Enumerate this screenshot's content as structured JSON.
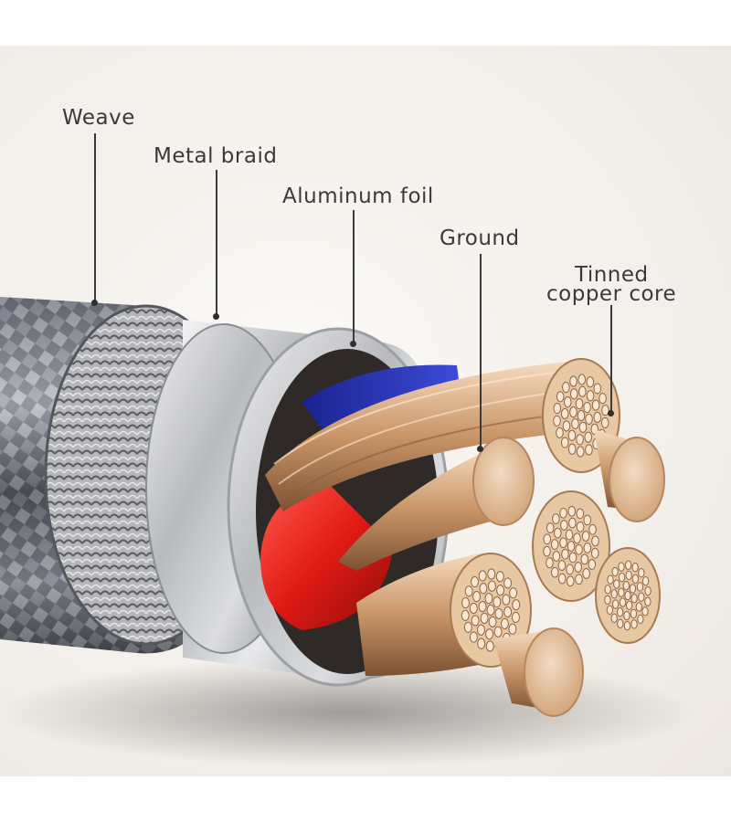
{
  "labels": {
    "weave": "Weave",
    "metal_braid": "Metal braid",
    "aluminum_foil": "Aluminum foil",
    "ground": "Ground",
    "tinned_line1": "Tinned",
    "tinned_line2": "copper core"
  },
  "colors": {
    "background": "#f3efea",
    "label_text": "#3a3a3a",
    "foil_blue": "#2a37b8",
    "insulation_red": "#e0231f",
    "copper": "#e3bd93"
  }
}
